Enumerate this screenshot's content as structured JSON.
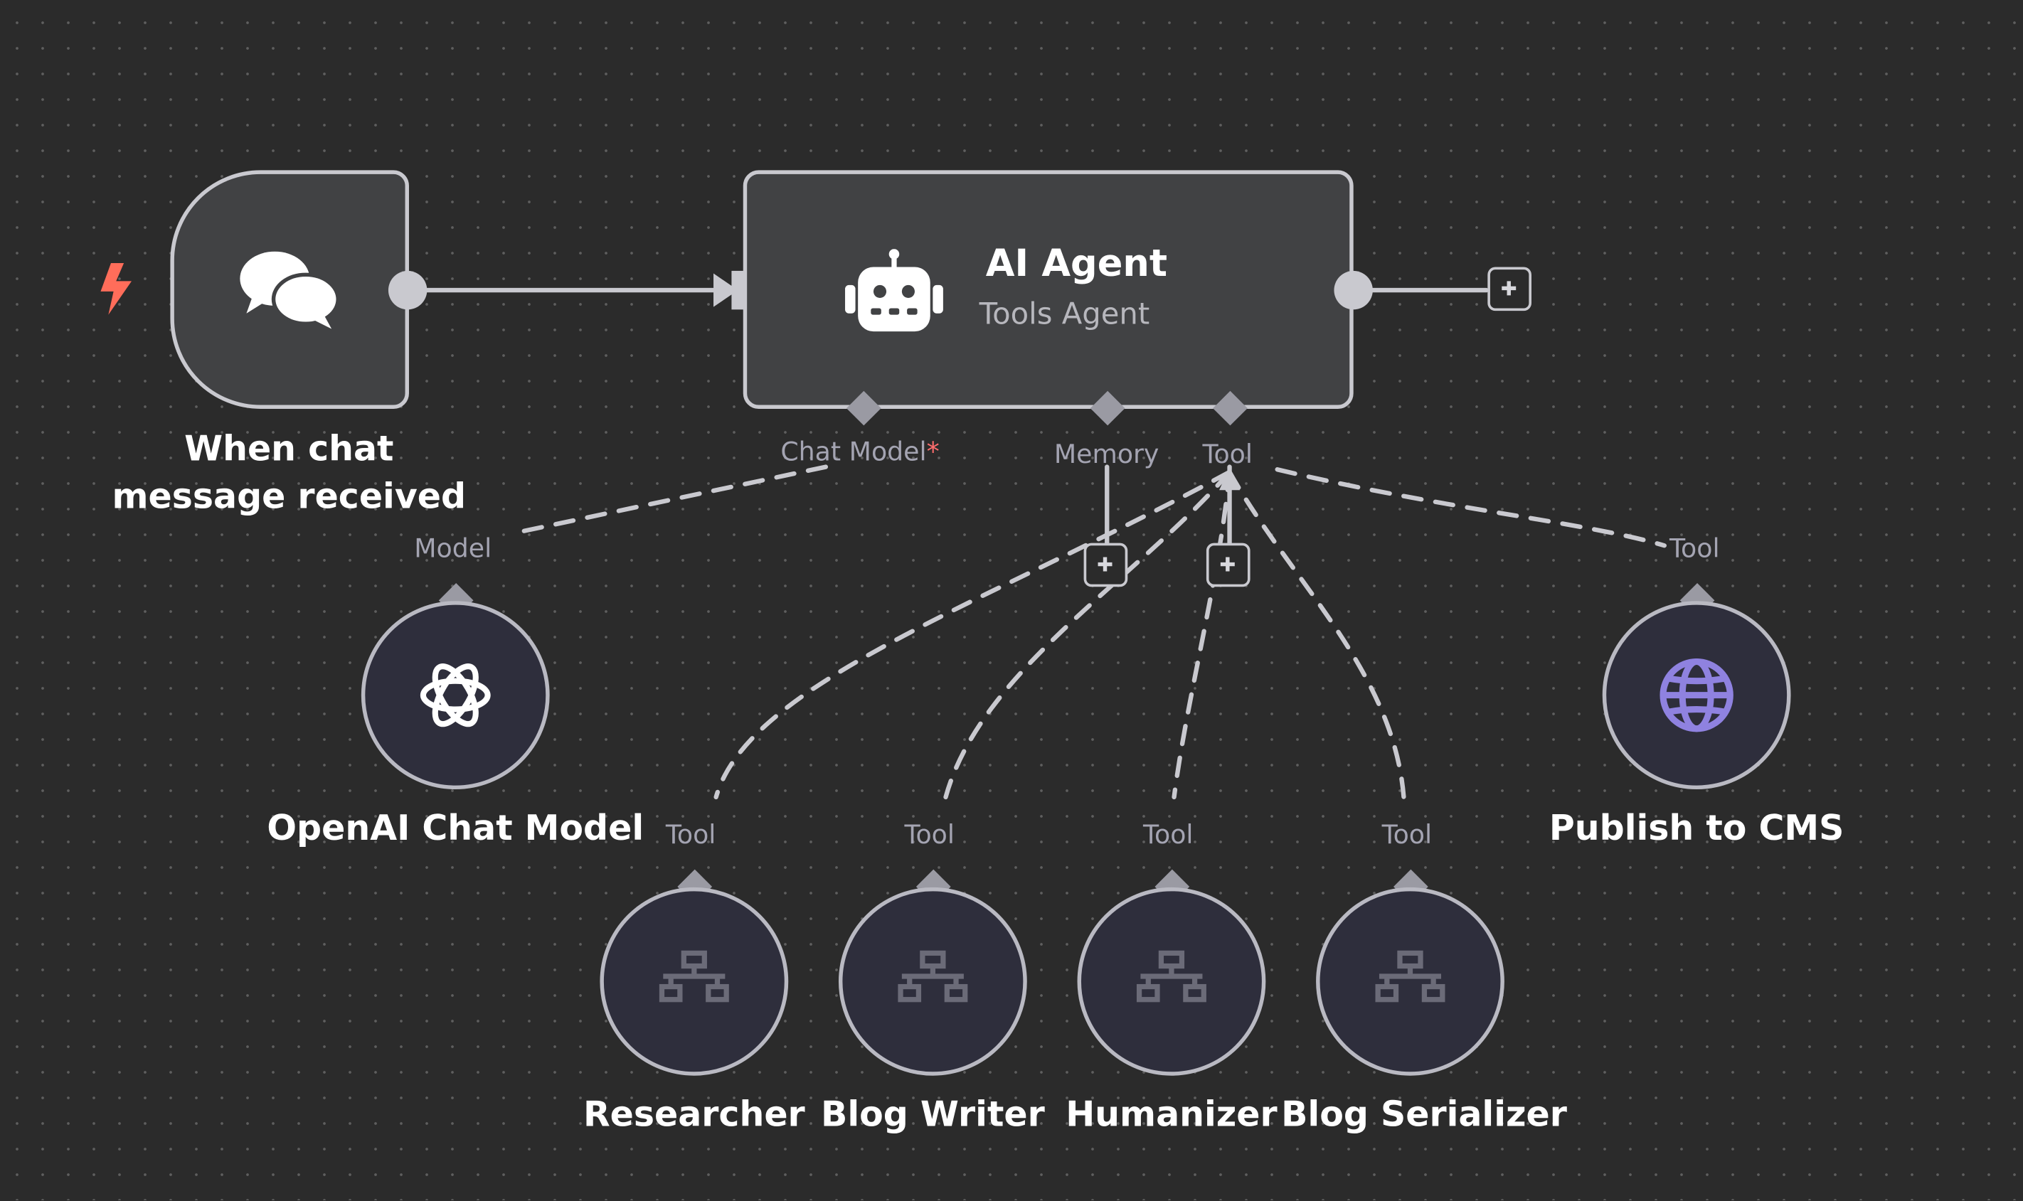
{
  "canvas": {
    "background": "#2b2b2b",
    "dot_color": "#5e5e5e",
    "node_fill": "#414244",
    "sub_node_fill": "#2e2e3c",
    "edge_color": "#c9c9cf",
    "label_color": "#a4a4b2",
    "required_color": "#ff6d6d",
    "trigger_color": "#ff6d5a",
    "globe_color": "#8f82e0"
  },
  "trigger_node": {
    "label": "When chat message received",
    "icon": "chat-bubbles-icon",
    "badge_icon": "lightning-bolt-icon"
  },
  "agent_node": {
    "title": "AI Agent",
    "subtitle": "Tools Agent",
    "icon": "robot-icon",
    "connectors": {
      "chat_model": "Chat Model",
      "chat_model_required": "*",
      "memory": "Memory",
      "tool": "Tool"
    }
  },
  "sub_nodes": [
    {
      "name": "OpenAI Chat Model",
      "connection": "Model",
      "icon": "openai-icon"
    },
    {
      "name": "Publish to CMS",
      "connection": "Tool",
      "icon": "globe-icon"
    },
    {
      "name": "Researcher",
      "connection": "Tool",
      "icon": "workflow-icon"
    },
    {
      "name": "Blog Writer",
      "connection": "Tool",
      "icon": "workflow-icon"
    },
    {
      "name": "Humanizer",
      "connection": "Tool",
      "icon": "workflow-icon"
    },
    {
      "name": "Blog Serializer",
      "connection": "Tool",
      "icon": "workflow-icon"
    }
  ],
  "add_buttons": [
    "plus-icon",
    "plus-icon",
    "plus-icon"
  ]
}
